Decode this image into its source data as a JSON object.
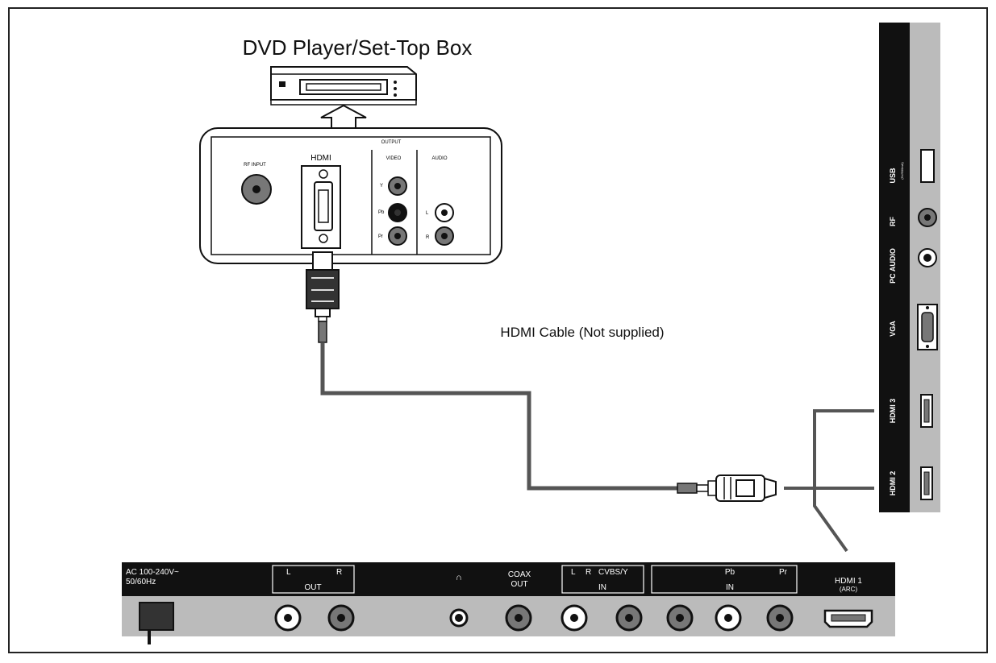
{
  "title": "DVD Player/Set-Top Box",
  "cable_label": "HDMI Cable (Not supplied)",
  "source_panel": {
    "rf_input": "RF INPUT",
    "hdmi": "HDMI",
    "output": "OUTPUT",
    "video": "VIDEO",
    "audio": "AUDIO",
    "y": "Y",
    "pb": "Pb",
    "pr": "Pr",
    "l": "L",
    "r": "R"
  },
  "tv_side_panel": {
    "usb": "USB",
    "usb_sub": "(5V/500mA)",
    "rf": "RF",
    "pc_audio": "PC AUDIO",
    "vga": "VGA",
    "hdmi3": "HDMI 3",
    "hdmi2": "HDMI 2"
  },
  "tv_bottom_panel": {
    "ac": "AC 100-240V~",
    "hz": "50/60Hz",
    "out_l": "L",
    "out_r": "R",
    "out": "OUT",
    "headphone": "∩",
    "coax": "COAX",
    "coax_out": "OUT",
    "in_l": "L",
    "in_r": "R",
    "cvbs": "CVBS/Y",
    "in1": "IN",
    "pb": "Pb",
    "pr": "Pr",
    "in2": "IN",
    "hdmi1": "HDMI 1",
    "arc": "(ARC)"
  }
}
